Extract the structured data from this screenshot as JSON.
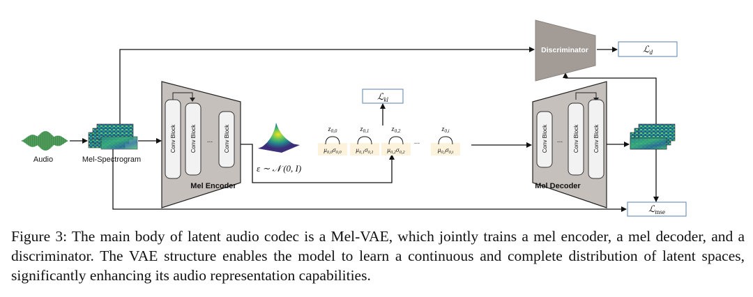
{
  "audio_label": "Audio",
  "mel_spectrogram_label": "Mel-Spectrogram",
  "encoder": {
    "title": "Mel Encoder",
    "blocks": [
      "Conv Block",
      "Conv Block",
      "Conv Block"
    ],
    "ellipsis": "..."
  },
  "decoder": {
    "title": "Mel Decoder",
    "blocks": [
      "Conv Block",
      "Conv Block",
      "Conv Block"
    ],
    "ellipsis": "..."
  },
  "discriminator_label": "Discriminator",
  "noise_formula": "ε ∼ 𝒩 (0, I)",
  "latents": [
    {
      "z": "z",
      "z_sub": "0,0",
      "mu_sub": "0,0",
      "sigma_sub": "0,0"
    },
    {
      "z": "z",
      "z_sub": "0,1",
      "mu_sub": "0,1",
      "sigma_sub": "0,1"
    },
    {
      "z": "z",
      "z_sub": "0,2",
      "mu_sub": "0,2",
      "sigma_sub": "0,2"
    },
    {
      "z": "z",
      "z_sub": "0,i",
      "mu_sub": "0,i",
      "sigma_sub": "0,i"
    }
  ],
  "latent_ellipsis": "...",
  "losses": {
    "kl": {
      "symbol": "ℒ",
      "sub": "kl"
    },
    "d": {
      "symbol": "ℒ",
      "sub": "d"
    },
    "mse": {
      "symbol": "ℒ",
      "sub": "mse"
    }
  },
  "caption": "Figure 3: The main body of latent audio codec is a Mel-VAE, which jointly trains a mel encoder, a mel decoder, and a discriminator. The VAE structure enables the model to learn a continuous and complete distribution of latent spaces, significantly enhancing its audio representation capabilities."
}
